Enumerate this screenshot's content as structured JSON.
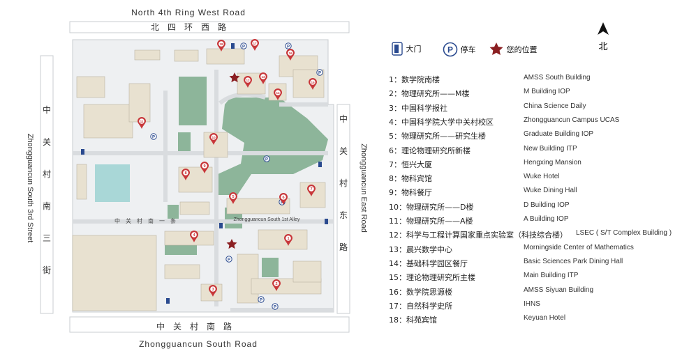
{
  "roads": {
    "north_en": "North 4th Ring West Road",
    "north_cn": "北　四　环　西　路",
    "south_cn": "中　关　村　南　路",
    "south_en": "Zhongguancun South Road",
    "west_en": "Zhongguancun South 3rd Street",
    "west_cn": [
      "中",
      "关",
      "村",
      "南",
      "三",
      "街"
    ],
    "east_en": "Zhongguancun East Road",
    "east_cn": [
      "中",
      "关",
      "村",
      "东",
      "路"
    ],
    "inner_cn": "中　关　村　南　一　条",
    "inner_en": "Zhongguancun South 1st Alley"
  },
  "key": {
    "gate": "大门",
    "parking": "停车",
    "you_are_here": "您的位置",
    "parking_symbol": "P"
  },
  "north_label": "北",
  "colors": {
    "building": "#e8e1d0",
    "green": "#8db59a",
    "water": "#a9d7d7",
    "road": "#d9dcdf",
    "marker": "#c8373a",
    "star": "#8b1f22",
    "parking": "#2a4a8f"
  },
  "markers": [
    "1",
    "2",
    "3",
    "4",
    "5",
    "6",
    "7",
    "8",
    "9",
    "10",
    "11",
    "12",
    "13",
    "14",
    "15",
    "16",
    "17",
    "18"
  ],
  "legend": [
    {
      "num": "1：",
      "cn": "数学院南楼",
      "en": "AMSS South Building"
    },
    {
      "num": "2：",
      "cn": "物理研究所——M楼",
      "en": "M Building IOP"
    },
    {
      "num": "3：",
      "cn": "中国科学报社",
      "en": "China Science Daily"
    },
    {
      "num": "4：",
      "cn": "中国科学院大学中关村校区",
      "en": "Zhongguancun Campus UCAS"
    },
    {
      "num": "5：",
      "cn": "物理研究所——研究生楼",
      "en": "Graduate Building IOP"
    },
    {
      "num": "6：",
      "cn": "理论物理研究所新楼",
      "en": "New Building ITP"
    },
    {
      "num": "7：",
      "cn": "恒兴大厦",
      "en": "Hengxing Mansion"
    },
    {
      "num": "8：",
      "cn": "物科宾馆",
      "en": "Wuke  Hotel"
    },
    {
      "num": "9：",
      "cn": "物科餐厅",
      "en": "Wuke Dining Hall"
    },
    {
      "num": "10：",
      "cn": "物理研究所——D楼",
      "en": "D Building IOP"
    },
    {
      "num": "11：",
      "cn": "物理研究所——A楼",
      "en": "A Building IOP"
    },
    {
      "num": "12：",
      "cn": "科学与工程计算国家重点实验室（科技综合楼）",
      "en": "LSEC ( S/T Complex Building )"
    },
    {
      "num": "13：",
      "cn": "晨兴数学中心",
      "en": "Morningside Center of Mathematics"
    },
    {
      "num": "14：",
      "cn": "基础科学园区餐厅",
      "en": "Basic Sciences Park Dining Hall"
    },
    {
      "num": "15：",
      "cn": "理论物理研究所主楼",
      "en": "Main Building ITP"
    },
    {
      "num": "16：",
      "cn": "数学院思源楼",
      "en": "AMSS Siyuan Building"
    },
    {
      "num": "17：",
      "cn": "自然科学史所",
      "en": "IHNS"
    },
    {
      "num": "18：",
      "cn": "科苑宾馆",
      "en": "Keyuan Hotel"
    }
  ]
}
